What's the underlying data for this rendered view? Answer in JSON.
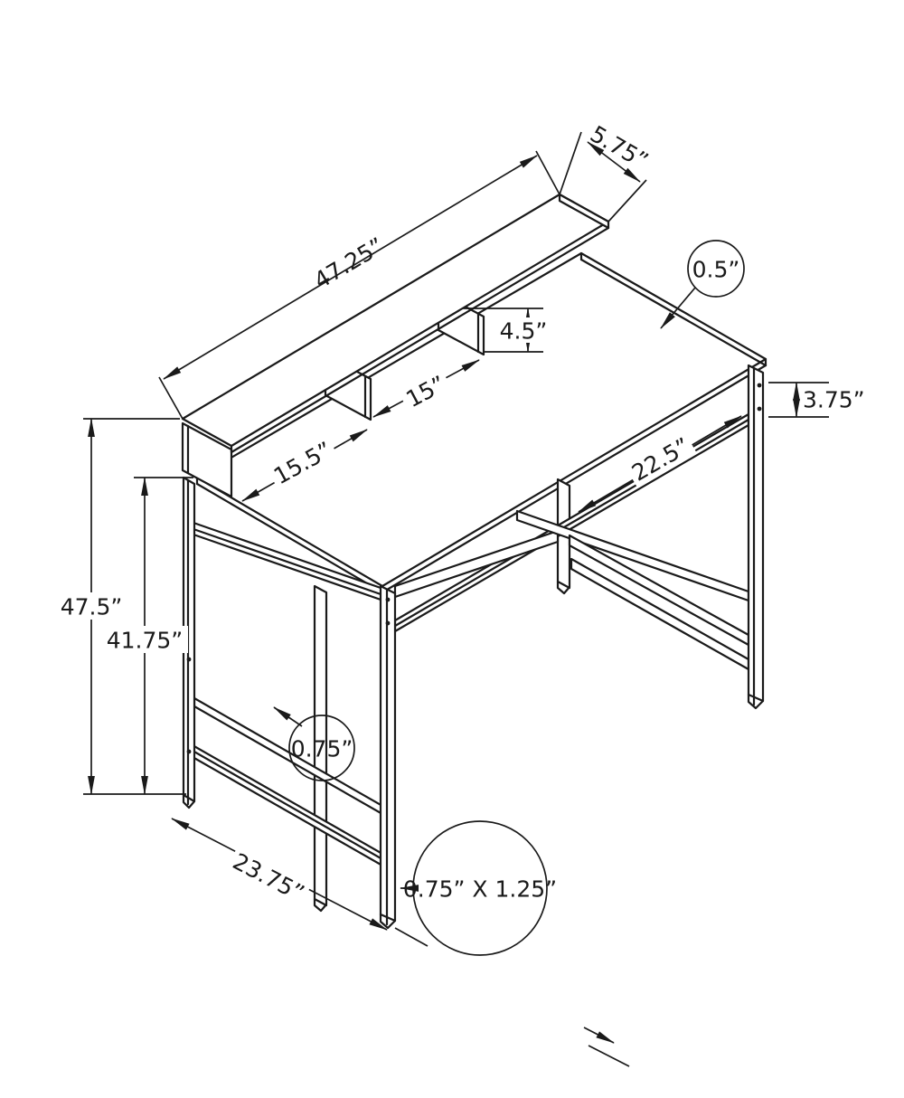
{
  "figure": {
    "type": "isometric product dimension drawing",
    "subject": "computer desk with raised monitor shelf, open cubbies and metal frame"
  },
  "dimensions": {
    "shelf_length": "47.25”",
    "shelf_depth": "5.75”",
    "surface_thickness": "0.5”",
    "hutch_opening_height": "4.5”",
    "hutch_opening_width": "15”",
    "apron_height": "3.75”",
    "left_surface_span": "15.5”",
    "right_opening_width": "22.5”",
    "overall_height": "47.5”",
    "surface_height": "41.75”",
    "frame_tube": "0.75”",
    "overall_depth": "23.75”",
    "leg_profile": "0.75” X 1.25”"
  }
}
